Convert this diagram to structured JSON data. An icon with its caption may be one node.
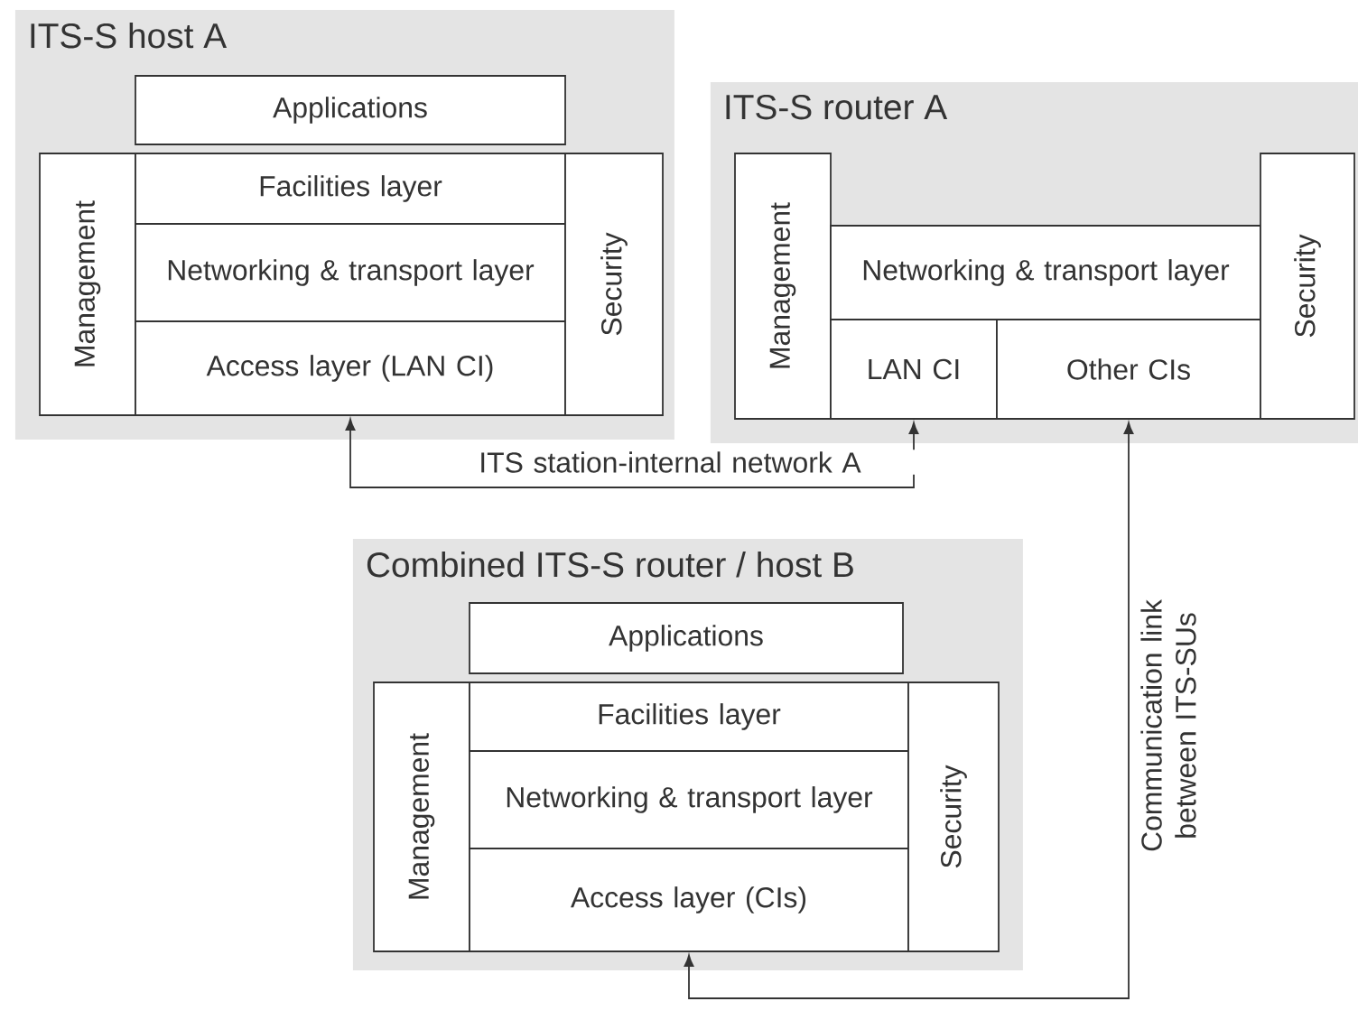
{
  "diagram": {
    "nodes": [
      {
        "text": [
          "ITS-S host A"
        ]
      },
      {
        "text": [
          "Applications"
        ],
        "in": 0
      },
      {
        "text": [
          "Management"
        ],
        "in": 0
      },
      {
        "text": [
          "Facilities layer"
        ],
        "in": 0
      },
      {
        "text": [
          "Networking & transport layer"
        ],
        "in": 0
      },
      {
        "text": [
          "Access layer (LAN CI)"
        ],
        "in": 0
      },
      {
        "text": [
          "Security"
        ],
        "in": 0
      },
      {
        "text": [
          "ITS-S router A"
        ]
      },
      {
        "text": [
          "Management"
        ],
        "in": 7
      },
      {
        "text": [
          "Networking & transport layer"
        ],
        "in": 7
      },
      {
        "text": [
          "LAN CI"
        ],
        "in": 7
      },
      {
        "text": [
          "Other CIs"
        ],
        "in": 7
      },
      {
        "text": [
          "Security"
        ],
        "in": 7
      },
      {
        "text": [
          "Combined ITS-S router / host B"
        ]
      },
      {
        "text": [
          "Applications"
        ],
        "in": 13
      },
      {
        "text": [
          "Management"
        ],
        "in": 13
      },
      {
        "text": [
          "Facilities layer"
        ],
        "in": 13
      },
      {
        "text": [
          "Networking & transport layer"
        ],
        "in": 13
      },
      {
        "text": [
          "Access layer (CIs)"
        ],
        "in": 13
      },
      {
        "text": [
          "Security"
        ],
        "in": 13
      }
    ],
    "edges": [
      {
        "from": 5,
        "to": 10,
        "arrow": "both",
        "label": "ITS station-internal network A"
      },
      {
        "from": 11,
        "to": 18,
        "arrow": "both",
        "label": "Communication link between ITS-SUs"
      }
    ]
  }
}
